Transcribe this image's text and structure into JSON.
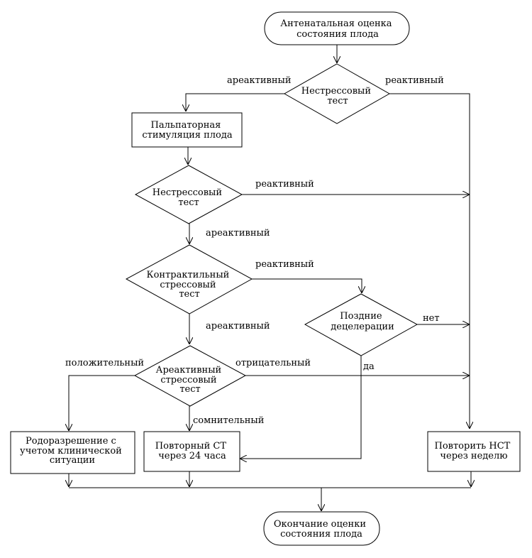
{
  "nodes": {
    "start": {
      "lines": [
        "Антенатальная оценка",
        "состояния плода"
      ]
    },
    "nst1": {
      "lines": [
        "Нестрессовый",
        "тест"
      ]
    },
    "palp": {
      "lines": [
        "Пальпаторная",
        "стимуляция плода"
      ]
    },
    "nst2": {
      "lines": [
        "Нестрессовый",
        "тест"
      ]
    },
    "cst": {
      "lines": [
        "Контрактильный",
        "стрессовый",
        "тест"
      ]
    },
    "late": {
      "lines": [
        "Поздние",
        "децелерации"
      ]
    },
    "ast": {
      "lines": [
        "Ареактивный",
        "стрессовый",
        "тест"
      ]
    },
    "deliv": {
      "lines": [
        "Родоразрешение с",
        "учетом клинической",
        "ситуации"
      ]
    },
    "repcst": {
      "lines": [
        "Повторный  СТ",
        "через 24 часа"
      ]
    },
    "repnst": {
      "lines": [
        "Повторить НСТ",
        "через неделю"
      ]
    },
    "end": {
      "lines": [
        "Окончание оценки",
        "состояния плода"
      ]
    }
  },
  "edge_labels": {
    "nst1_areactive": "ареактивный",
    "nst1_reactive": "реактивный",
    "nst2_reactive": "реактивный",
    "nst2_areactive": "ареактивный",
    "cst_reactive": "реактивный",
    "cst_areactive": "ареактивный",
    "late_no": "нет",
    "late_yes": "да",
    "ast_positive": "положительный",
    "ast_negative": "отрицательный",
    "ast_doubtful": "сомнительный"
  }
}
